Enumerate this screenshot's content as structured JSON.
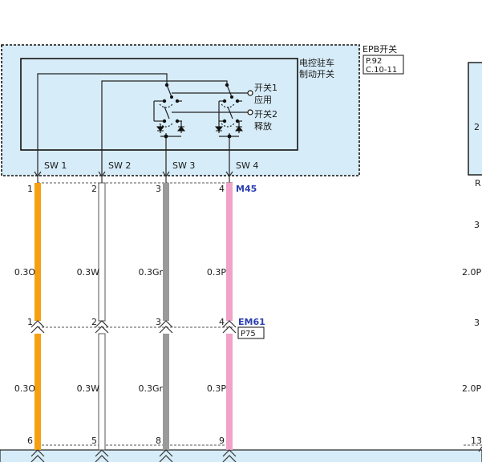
{
  "module": {
    "title": "EPB开关",
    "ref_page": "P.92",
    "ref_section": "C.10-11",
    "switch_name_line1": "电控驻车",
    "switch_name_line2": "制动开关",
    "switch1_line1": "开关1",
    "switch1_line2": "应用",
    "switch2_line1": "开关2",
    "switch2_line2": "释放"
  },
  "connectors": {
    "top": {
      "id": "M45"
    },
    "mid": {
      "id": "EM61",
      "ref": "P75"
    }
  },
  "wires": [
    {
      "name": "SW 1",
      "pin_top": "1",
      "pin_mid": "1",
      "pin_bottom": "6",
      "spec_upper": "0.3O",
      "spec_lower": "0.3O",
      "color": "#f5a012"
    },
    {
      "name": "SW 2",
      "pin_top": "2",
      "pin_mid": "2",
      "pin_bottom": "5",
      "spec_upper": "0.3W",
      "spec_lower": "0.3W",
      "color": "#ffffff"
    },
    {
      "name": "SW 3",
      "pin_top": "3",
      "pin_mid": "3",
      "pin_bottom": "8",
      "spec_upper": "0.3Gr",
      "spec_lower": "0.3Gr",
      "color": "#9a9a9a"
    },
    {
      "name": "SW 4",
      "pin_top": "4",
      "pin_mid": "4",
      "pin_bottom": "9",
      "spec_upper": "0.3P",
      "spec_lower": "0.3P",
      "color": "#f0a3c8"
    }
  ],
  "right_edge": {
    "pin_a": "2",
    "letter": "R",
    "pin_b": "3",
    "spec_upper": "2.0P",
    "pin_c": "3",
    "spec_lower": "2.0P",
    "pin_bottom": "13"
  },
  "colors": {
    "module_fill": "#d6ecf8",
    "conductor": "#333333"
  }
}
